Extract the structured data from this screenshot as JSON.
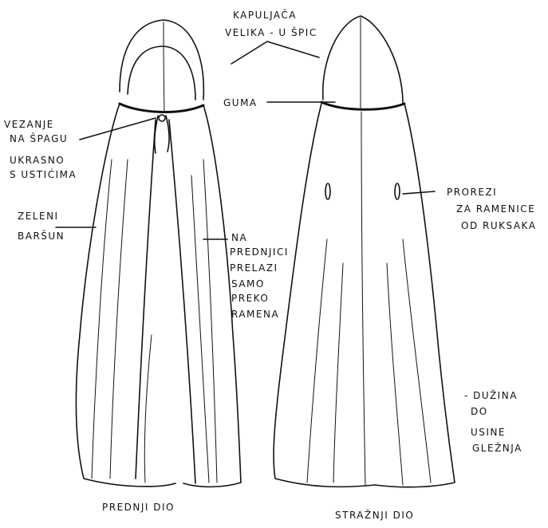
{
  "labels": {
    "hood_line1": "KAPULJAČA",
    "hood_line2": "VELIKA - U ŠPIC",
    "guma": "GUMA",
    "vezanje_line1": "VEZANJE",
    "vezanje_line2": "NA ŠPAGU",
    "ukrasno_line1": "UKRASNO",
    "ukrasno_line2": "S USTIĆIMA",
    "zeleni": "ZELENI",
    "barsun": "BARŠUN",
    "na_prednjici": [
      "NA",
      "PREDNJICI",
      "PRELAZI",
      "SAMO",
      "PREKO",
      "RAMENA"
    ],
    "prorezi_line1": "PROREZI",
    "prorezi_line2": "ZA RAMENICE",
    "prorezi_line3": "OD RUKSAKA",
    "duzina": [
      "- DUŽINA",
      "DO",
      "USINE",
      "GLEŽNJA"
    ],
    "front_caption": "PREDNJI DIO",
    "back_caption": "STRAŽNJI DIO"
  }
}
